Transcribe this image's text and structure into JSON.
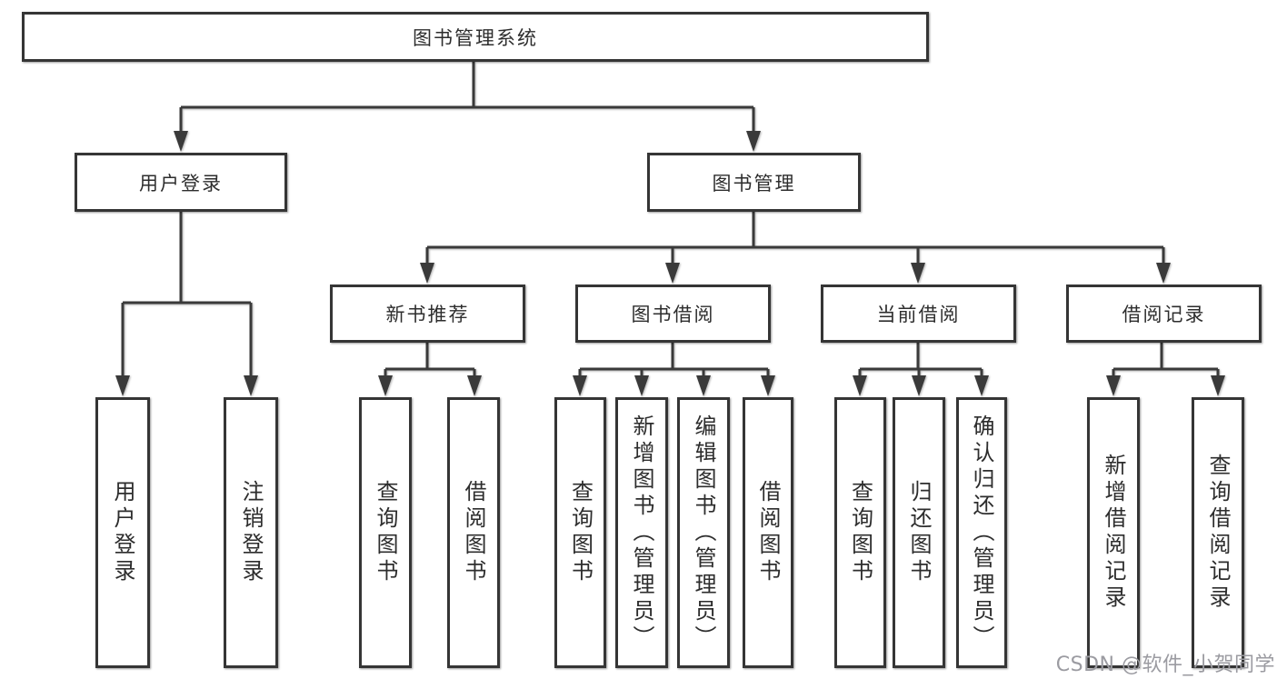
{
  "diagram": {
    "root": {
      "label": "图书管理系统"
    },
    "level2": [
      {
        "label": "用户登录",
        "children": [
          {
            "label": "用户登录"
          },
          {
            "label": "注销登录"
          }
        ]
      },
      {
        "label": "图书管理",
        "children": [
          {
            "label": "新书推荐",
            "children": [
              {
                "label": "查询图书"
              },
              {
                "label": "借阅图书"
              }
            ]
          },
          {
            "label": "图书借阅",
            "children": [
              {
                "label": "查询图书"
              },
              {
                "label": "新增图书（管理员）"
              },
              {
                "label": "编辑图书（管理员）"
              },
              {
                "label": "借阅图书"
              }
            ]
          },
          {
            "label": "当前借阅",
            "children": [
              {
                "label": "查询图书"
              },
              {
                "label": "归还图书"
              },
              {
                "label": "确认归还（管理员）"
              }
            ]
          },
          {
            "label": "借阅记录",
            "children": [
              {
                "label": "新增借阅记录"
              },
              {
                "label": "查询借阅记录"
              }
            ]
          }
        ]
      }
    ]
  },
  "watermark": {
    "text": "CSDN @软件_小贺同学"
  },
  "colors": {
    "line": "#3a3a3a",
    "box_border": "#353535",
    "text": "#2d2d2d",
    "watermark": "#9b9ba1",
    "background": "#ffffff"
  }
}
